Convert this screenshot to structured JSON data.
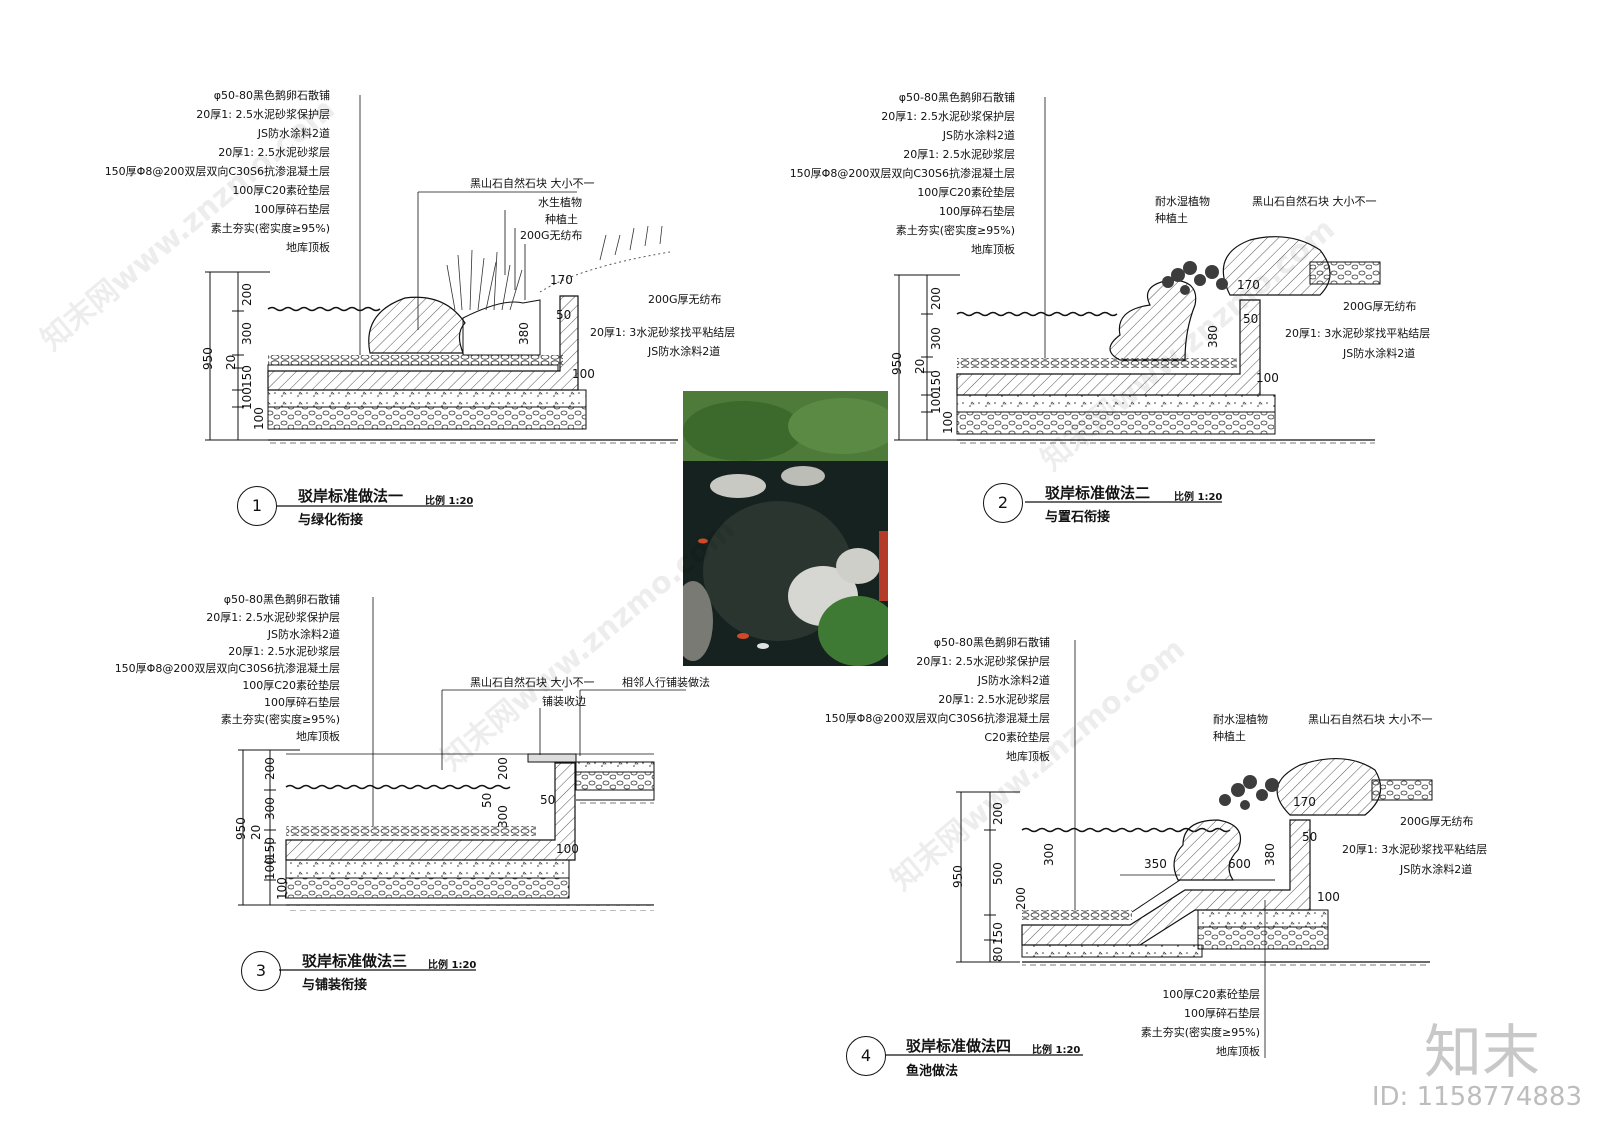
{
  "details": [
    {
      "number": "1",
      "title": "驳岸标准做法一",
      "scale": "比例 1:20",
      "subtitle": "与绿化衔接",
      "layers": [
        "φ50-80黑色鹅卵石散铺",
        "20厚1: 2.5水泥砂浆保护层",
        "JS防水涂料2道",
        "20厚1: 2.5水泥砂浆层",
        "150厚Φ8@200双层双向C30S6抗渗混凝土层",
        "100厚C20素砼垫层",
        "100厚碎石垫层",
        "素土夯实(密实度≥95%)",
        "地库顶板"
      ],
      "right_labels_top": [
        "黑山石自然石块  大小不一",
        "水生植物",
        "种植土",
        "200G无纺布"
      ],
      "right_labels_mid": [
        "200G厚无纺布",
        "20厚1: 3水泥砂浆找平粘结层",
        "JS防水涂料2道"
      ],
      "dims_v": [
        "950",
        "200",
        "300",
        "20",
        "150",
        "100",
        "100"
      ],
      "dims_h": [
        "170",
        "380",
        "50",
        "100"
      ]
    },
    {
      "number": "2",
      "title": "驳岸标准做法二",
      "scale": "比例 1:20",
      "subtitle": "与置石衔接",
      "layers": [
        "φ50-80黑色鹅卵石散铺",
        "20厚1: 2.5水泥砂浆保护层",
        "JS防水涂料2道",
        "20厚1: 2.5水泥砂浆层",
        "150厚Φ8@200双层双向C30S6抗渗混凝土层",
        "100厚C20素砼垫层",
        "100厚碎石垫层",
        "素土夯实(密实度≥95%)",
        "地库顶板"
      ],
      "right_labels_top": [
        "耐水湿植物",
        "种植土",
        "黑山石自然石块  大小不一"
      ],
      "right_labels_mid": [
        "200G厚无纺布",
        "20厚1: 3水泥砂浆找平粘结层",
        "JS防水涂料2道"
      ],
      "dims_v": [
        "950",
        "200",
        "300",
        "20",
        "150",
        "100",
        "100"
      ],
      "dims_h": [
        "170",
        "380",
        "50",
        "100"
      ]
    },
    {
      "number": "3",
      "title": "驳岸标准做法三",
      "scale": "比例 1:20",
      "subtitle": "与铺装衔接",
      "layers": [
        "φ50-80黑色鹅卵石散铺",
        "20厚1: 2.5水泥砂浆保护层",
        "JS防水涂料2道",
        "20厚1: 2.5水泥砂浆层",
        "150厚Φ8@200双层双向C30S6抗渗混凝土层",
        "100厚C20素砼垫层",
        "100厚碎石垫层",
        "素土夯实(密实度≥95%)",
        "地库顶板"
      ],
      "right_labels_top": [
        "黑山石自然石块  大小不一",
        "铺装收边",
        "相邻人行铺装做法"
      ],
      "right_labels_mid": [],
      "dims_v": [
        "950",
        "200",
        "300",
        "20",
        "150",
        "100",
        "100"
      ],
      "dims_h": [
        "200",
        "50",
        "300",
        "50",
        "100"
      ]
    },
    {
      "number": "4",
      "title": "驳岸标准做法四",
      "scale": "比例 1:20",
      "subtitle": "鱼池做法",
      "layers": [
        "φ50-80黑色鹅卵石散铺",
        "20厚1: 2.5水泥砂浆保护层",
        "JS防水涂料2道",
        "20厚1: 2.5水泥砂浆层",
        "150厚Φ8@200双层双向C30S6抗渗混凝土层",
        "C20素砼垫层",
        "地库顶板"
      ],
      "right_labels_top": [
        "耐水湿植物",
        "种植土",
        "黑山石自然石块  大小不一"
      ],
      "right_labels_mid": [
        "200G厚无纺布",
        "20厚1: 3水泥砂浆找平粘结层",
        "JS防水涂料2道"
      ],
      "bottom_labels": [
        "100厚C20素砼垫层",
        "100厚碎石垫层",
        "素土夯实(密实度≥95%)",
        "地库顶板"
      ],
      "dims_v": [
        "950",
        "200",
        "500",
        "300",
        "200",
        "150",
        "80"
      ],
      "dims_h": [
        "170",
        "380",
        "50",
        "350",
        "600",
        "100"
      ]
    }
  ],
  "watermark": "知末网www.znzmo.com",
  "brand": "知末",
  "image_id": "ID: 1158774883",
  "colors": {
    "line": "#111111",
    "hatch": "#555555",
    "water": "#1a2a2a",
    "foliage": "#3d6b2f"
  }
}
